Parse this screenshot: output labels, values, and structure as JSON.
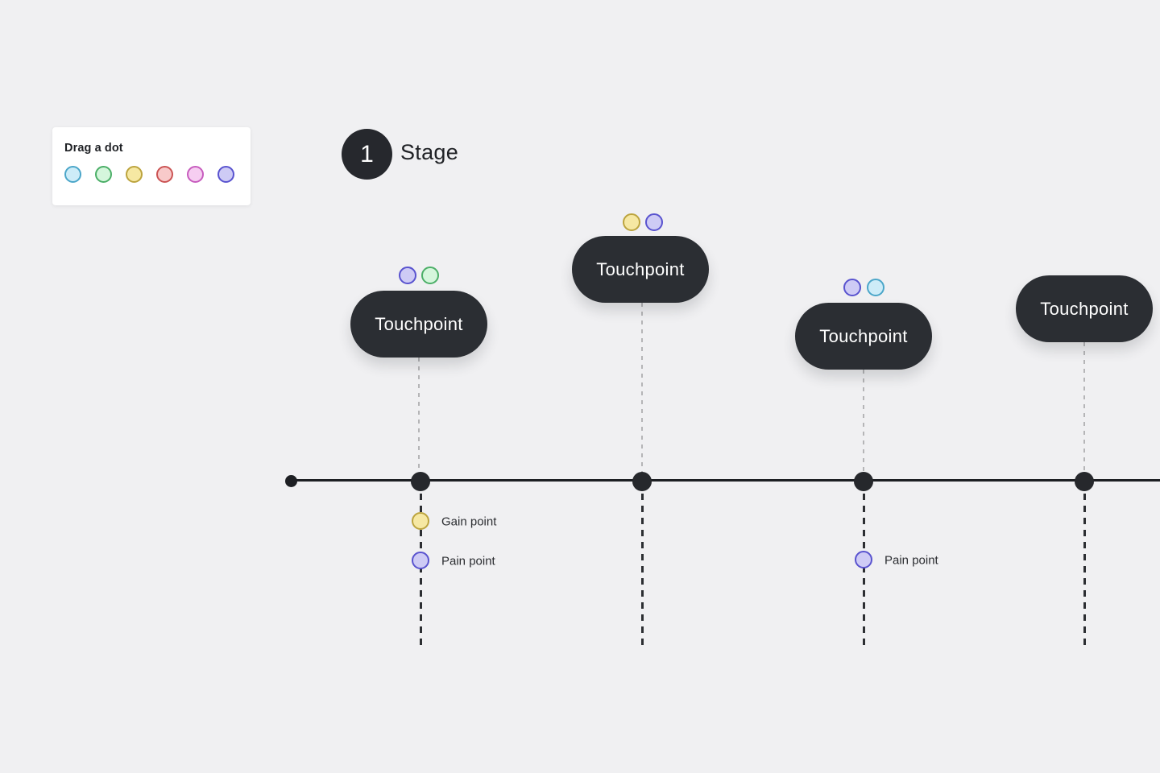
{
  "colors": {
    "background": "#f0f0f2",
    "pill": "#2b2e33",
    "timeline": "#1d1f23",
    "dash_upper": "#b5b5b7",
    "dash_lower": "#2c2e32",
    "cyan": {
      "fill": "#cdecf8",
      "border": "#4ba6c9"
    },
    "green": {
      "fill": "#d5f6dc",
      "border": "#4caf68"
    },
    "yellow": {
      "fill": "#f6e8a3",
      "border": "#bca43e"
    },
    "red": {
      "fill": "#f8caca",
      "border": "#cb5454"
    },
    "pink": {
      "fill": "#f6cef1",
      "border": "#c75cbe"
    },
    "purple": {
      "fill": "#cecbf5",
      "border": "#5953cf"
    }
  },
  "palette": {
    "title": "Drag a dot",
    "dot_order": [
      "cyan",
      "green",
      "yellow",
      "red",
      "pink",
      "purple"
    ]
  },
  "stage": {
    "number": "1",
    "label": "Stage"
  },
  "touchpoints": [
    {
      "label": "Touchpoint",
      "dots_above": [
        "purple",
        "green"
      ],
      "markers": [
        {
          "kind": "gain",
          "label": "Gain point",
          "color": "yellow"
        },
        {
          "kind": "pain",
          "label": "Pain point",
          "color": "purple"
        }
      ]
    },
    {
      "label": "Touchpoint",
      "dots_above": [
        "yellow",
        "purple"
      ],
      "markers": []
    },
    {
      "label": "Touchpoint",
      "dots_above": [
        "purple",
        "cyan"
      ],
      "markers": [
        {
          "kind": "pain",
          "label": "Pain point",
          "color": "purple"
        }
      ]
    },
    {
      "label": "Touchpoint",
      "dots_above": [],
      "markers": []
    }
  ]
}
